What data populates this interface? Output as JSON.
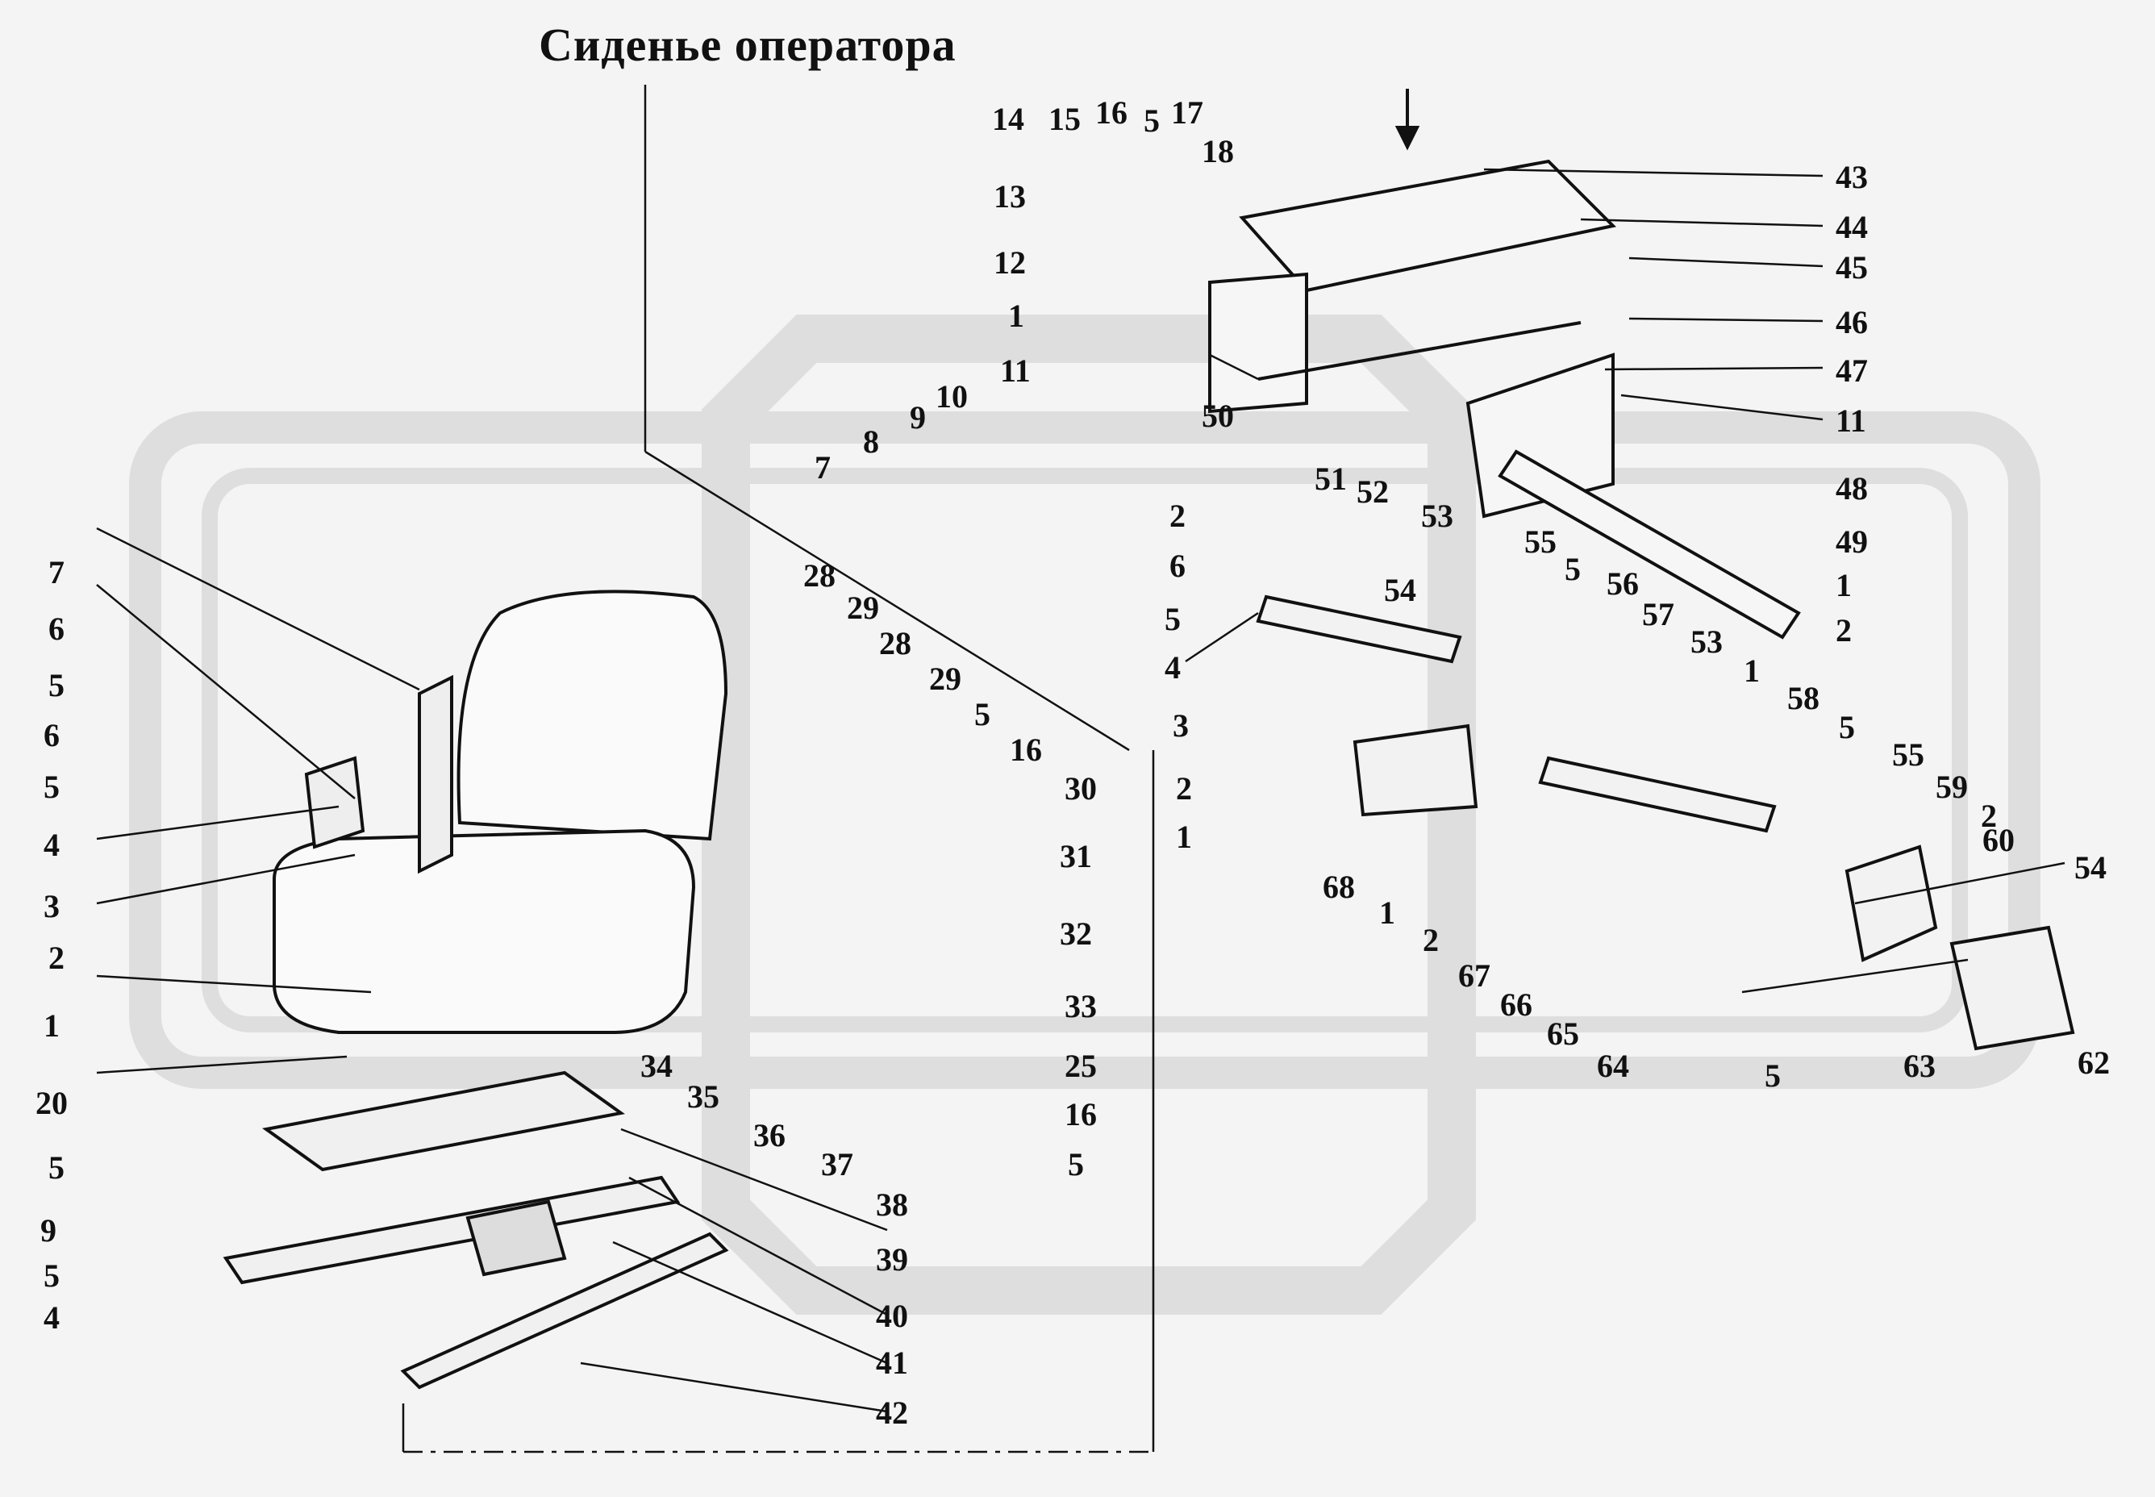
{
  "title": "Сиденье оператора",
  "callouts": [
    {
      "id": "c14a",
      "text": "14"
    },
    {
      "id": "c15a",
      "text": "15"
    },
    {
      "id": "c16a",
      "text": "16"
    },
    {
      "id": "c5a",
      "text": "5"
    },
    {
      "id": "c17",
      "text": "17"
    },
    {
      "id": "c18",
      "text": "18"
    },
    {
      "id": "c13",
      "text": "13"
    },
    {
      "id": "c12",
      "text": "12"
    },
    {
      "id": "c1a",
      "text": "1"
    },
    {
      "id": "c11a",
      "text": "11"
    },
    {
      "id": "c10",
      "text": "10"
    },
    {
      "id": "c9a",
      "text": "9"
    },
    {
      "id": "c8",
      "text": "8"
    },
    {
      "id": "c7a",
      "text": "7"
    },
    {
      "id": "c50",
      "text": "50"
    },
    {
      "id": "c2a",
      "text": "2"
    },
    {
      "id": "c43",
      "text": "43"
    },
    {
      "id": "c44",
      "text": "44"
    },
    {
      "id": "c45",
      "text": "45"
    },
    {
      "id": "c46",
      "text": "46"
    },
    {
      "id": "c47",
      "text": "47"
    },
    {
      "id": "c11b",
      "text": "11"
    },
    {
      "id": "c48",
      "text": "48"
    },
    {
      "id": "c49",
      "text": "49"
    },
    {
      "id": "c1b",
      "text": "1"
    },
    {
      "id": "c2b",
      "text": "2"
    },
    {
      "id": "c51",
      "text": "51"
    },
    {
      "id": "c52",
      "text": "52"
    },
    {
      "id": "c53a",
      "text": "53"
    },
    {
      "id": "c55a",
      "text": "55"
    },
    {
      "id": "c6a",
      "text": "6"
    },
    {
      "id": "c54a",
      "text": "54"
    },
    {
      "id": "c5b",
      "text": "5"
    },
    {
      "id": "c56",
      "text": "56"
    },
    {
      "id": "c57",
      "text": "57"
    },
    {
      "id": "c5c",
      "text": "5"
    },
    {
      "id": "c4a",
      "text": "4"
    },
    {
      "id": "c3a",
      "text": "3"
    },
    {
      "id": "c53b",
      "text": "53"
    },
    {
      "id": "c1c",
      "text": "1"
    },
    {
      "id": "c58",
      "text": "58"
    },
    {
      "id": "c5d",
      "text": "5"
    },
    {
      "id": "c2c",
      "text": "2"
    },
    {
      "id": "c1d",
      "text": "1"
    },
    {
      "id": "c55b",
      "text": "55"
    },
    {
      "id": "c59",
      "text": "59"
    },
    {
      "id": "c2d",
      "text": "2"
    },
    {
      "id": "c60",
      "text": "60"
    },
    {
      "id": "c54b",
      "text": "54"
    },
    {
      "id": "c68",
      "text": "68"
    },
    {
      "id": "c1e",
      "text": "1"
    },
    {
      "id": "c2e",
      "text": "2"
    },
    {
      "id": "c67",
      "text": "67"
    },
    {
      "id": "c66",
      "text": "66"
    },
    {
      "id": "c65",
      "text": "65"
    },
    {
      "id": "c64",
      "text": "64"
    },
    {
      "id": "c5e",
      "text": "5"
    },
    {
      "id": "c63",
      "text": "63"
    },
    {
      "id": "c62",
      "text": "62"
    },
    {
      "id": "c28a",
      "text": "28"
    },
    {
      "id": "c29a",
      "text": "29"
    },
    {
      "id": "c28b",
      "text": "28"
    },
    {
      "id": "c29b",
      "text": "29"
    },
    {
      "id": "c5f",
      "text": "5"
    },
    {
      "id": "c16b",
      "text": "16"
    },
    {
      "id": "c30",
      "text": "30"
    },
    {
      "id": "c31",
      "text": "31"
    },
    {
      "id": "c32",
      "text": "32"
    },
    {
      "id": "c33",
      "text": "33"
    },
    {
      "id": "c25",
      "text": "25"
    },
    {
      "id": "c16c",
      "text": "16"
    },
    {
      "id": "c5g",
      "text": "5"
    },
    {
      "id": "c34",
      "text": "34"
    },
    {
      "id": "c35",
      "text": "35"
    },
    {
      "id": "c36",
      "text": "36"
    },
    {
      "id": "c37",
      "text": "37"
    },
    {
      "id": "c38",
      "text": "38"
    },
    {
      "id": "c39",
      "text": "39"
    },
    {
      "id": "c40",
      "text": "40"
    },
    {
      "id": "c41",
      "text": "41"
    },
    {
      "id": "c42",
      "text": "42"
    },
    {
      "id": "c7b",
      "text": "7"
    },
    {
      "id": "c6b",
      "text": "6"
    },
    {
      "id": "c5h",
      "text": "5"
    },
    {
      "id": "c6c",
      "text": "6"
    },
    {
      "id": "c5i",
      "text": "5"
    },
    {
      "id": "c4b",
      "text": "4"
    },
    {
      "id": "c3b",
      "text": "3"
    },
    {
      "id": "c2f",
      "text": "2"
    },
    {
      "id": "c1f",
      "text": "1"
    },
    {
      "id": "c20",
      "text": "20"
    },
    {
      "id": "c5j",
      "text": "5"
    },
    {
      "id": "c9b",
      "text": "9"
    },
    {
      "id": "c5k",
      "text": "5"
    },
    {
      "id": "c4c",
      "text": "4"
    }
  ]
}
